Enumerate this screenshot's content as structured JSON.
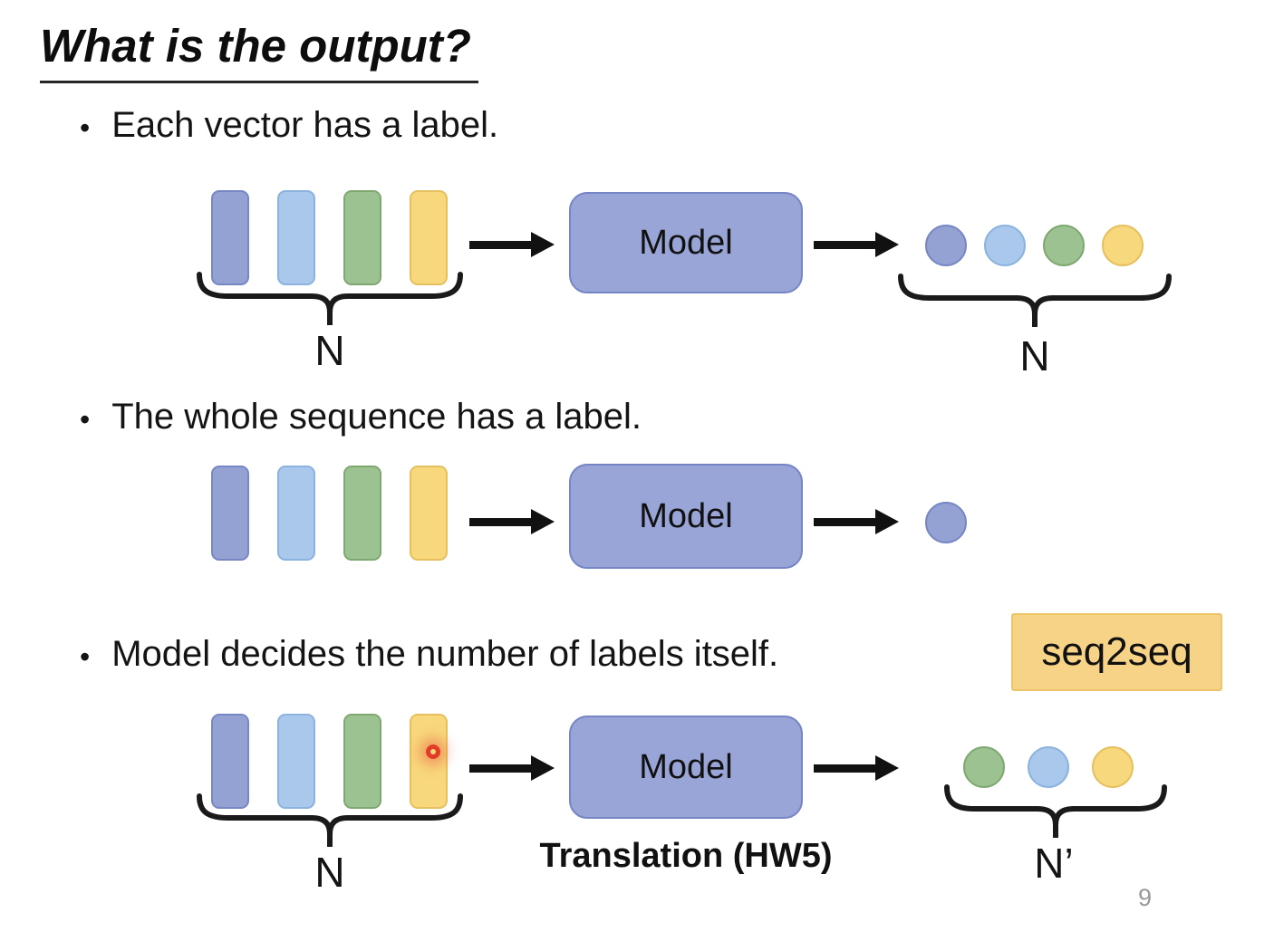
{
  "slide": {
    "title": "What is the output?",
    "page_number": "9"
  },
  "bullets": [
    {
      "marker": "•",
      "text": "Each vector has a label."
    },
    {
      "marker": "•",
      "text": "The whole sequence has a label."
    },
    {
      "marker": "•",
      "text": "Model decides the number of labels itself."
    }
  ],
  "labels": {
    "model": "Model",
    "seq2seq_tag": "seq2seq",
    "translation_caption": "Translation (HW5)"
  },
  "rows": [
    {
      "input_vectors": [
        "blue",
        "lightblue",
        "green",
        "yellow"
      ],
      "input_count_label": "N",
      "output_dots": [
        "blue",
        "lightblue",
        "green",
        "yellow"
      ],
      "output_count_label": "N"
    },
    {
      "input_vectors": [
        "blue",
        "lightblue",
        "green",
        "yellow"
      ],
      "output_dots": [
        "blue"
      ]
    },
    {
      "input_vectors": [
        "blue",
        "lightblue",
        "green",
        "yellow"
      ],
      "input_count_label": "N",
      "output_dots": [
        "green",
        "lightblue",
        "yellow"
      ],
      "output_count_label": "N’"
    }
  ],
  "colors": {
    "blue": "#93a1d3",
    "blue_border": "#7787c3",
    "lightblue": "#a9c8ec",
    "lightblue_border": "#8cb2de",
    "green": "#9dc292",
    "green_border": "#7fa871",
    "yellow": "#f8d87d",
    "yellow_border": "#e6c05e",
    "model_fill": "#98a5d6",
    "model_border": "#7585c5",
    "seq2seq_fill": "#f6d387",
    "seq2seq_border": "#edc469",
    "arrow": "#111111",
    "laser": "#e23b27",
    "page_number": "#98989d"
  }
}
